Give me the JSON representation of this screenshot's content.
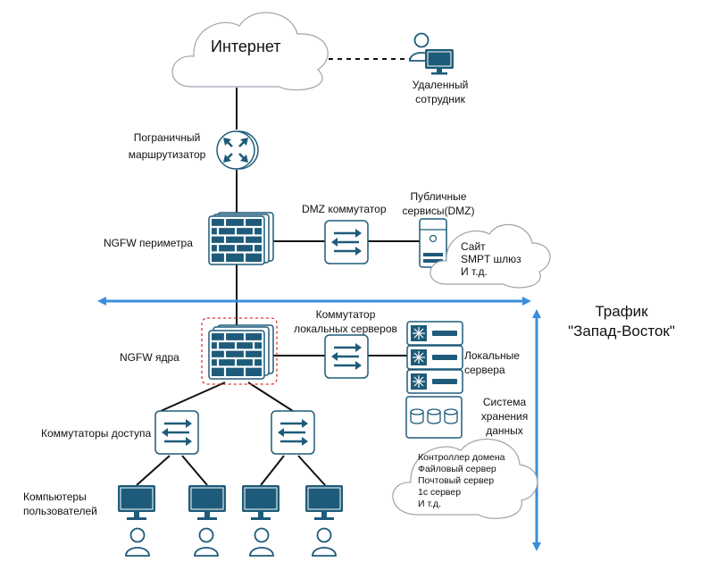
{
  "labels": {
    "internet": "Интернет",
    "remote_worker": [
      "Удаленный",
      "сотрудник"
    ],
    "border_router": [
      "Пограничный",
      "маршрутизатор"
    ],
    "ngfw_perimeter": "NGFW периметра",
    "dmz_switch": "DMZ коммутатор",
    "public_services": [
      "Публичные",
      "сервисы(DMZ)"
    ],
    "dmz_cloud": [
      "Сайт",
      "SMPT шлюз",
      "И т.д."
    ],
    "traffic": [
      "Трафик",
      "\"Запад-Восток\""
    ],
    "ngfw_core": "NGFW ядра",
    "local_switch": [
      "Коммутатор",
      "локальных серверов"
    ],
    "local_servers": [
      "Локальные",
      "сервера"
    ],
    "storage": [
      "Система",
      "хранения",
      "данных"
    ],
    "access_switches": "Коммутаторы доступа",
    "user_pcs": [
      "Компьютеры",
      "пользователей"
    ],
    "server_cloud": [
      "Контроллер домена",
      "Файловый сервер",
      "Почтовый сервер",
      "1с сервер",
      "И т.д."
    ]
  },
  "colors": {
    "device": "#1e5b7a",
    "device_light": "#ffffff",
    "traffic_arrow": "#3a8de0",
    "highlight": "#e03030",
    "line": "#111111"
  },
  "icons": [
    "cloud-icon",
    "user-icon",
    "monitor-icon",
    "router-icon",
    "firewall-icon",
    "switch-icon",
    "server-icon",
    "storage-icon"
  ]
}
